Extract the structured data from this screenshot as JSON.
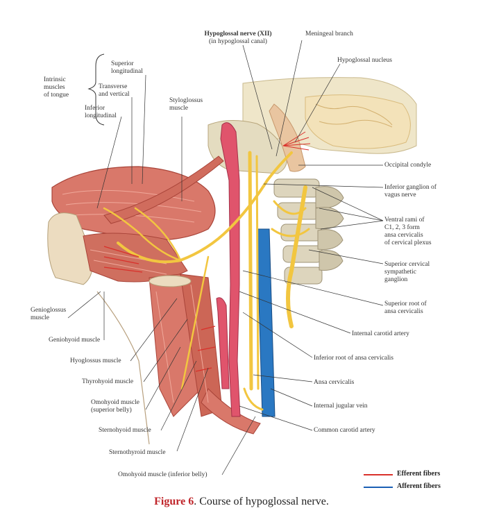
{
  "labels": {
    "hypoglossal_nerve_title": "Hypoglossal nerve (XII)",
    "hypoglossal_nerve_sub": "(in hypoglossal canal)",
    "meningeal_branch": "Meningeal branch",
    "hypoglossal_nucleus": "Hypoglossal nucleus",
    "intrinsic_muscles": [
      "Intrinsic",
      "muscles",
      "of tongue"
    ],
    "superior_longitudinal": [
      "Superior",
      "longitudinal"
    ],
    "transverse_vertical": [
      "Transverse",
      "and vertical"
    ],
    "inferior_longitudinal": [
      "Inferior",
      "longitudinal"
    ],
    "styloglossus": [
      "Styloglossus",
      "muscle"
    ],
    "occipital_condyle": "Occipital condyle",
    "inferior_ganglion_vagus": [
      "Inferior ganglion of",
      "vagus nerve"
    ],
    "ventral_rami": [
      "Ventral rami of",
      "C1, 2, 3 form",
      "ansa cervicalis",
      "of cervical plexus"
    ],
    "superior_cervical_ganglion": [
      "Superior cervical",
      "sympathetic",
      "ganglion"
    ],
    "superior_root_ansa": [
      "Superior root of",
      "ansa cervicalis"
    ],
    "internal_carotid": "Internal carotid artery",
    "inferior_root_ansa": "Inferior root of ansa cervicalis",
    "ansa_cervicalis": "Ansa cervicalis",
    "internal_jugular": "Internal jugular vein",
    "common_carotid": "Common carotid artery",
    "genioglossus": [
      "Genioglossus",
      "muscle"
    ],
    "geniohyoid": "Geniohyoid muscle",
    "hyoglossus": "Hyoglossus muscle",
    "thyrohyoid": "Thyrohyoid muscle",
    "omohyoid_superior": [
      "Omohyoid muscle",
      "(superior belly)"
    ],
    "sternohyoid": "Sternohyoid muscle",
    "sternothyroid": "Sternothyroid muscle",
    "omohyoid_inferior": "Omohyoid muscle (inferior belly)"
  },
  "legend": {
    "efferent": "Efferent fibers",
    "afferent": "Afferent fibers",
    "efferent_color": "#d9302a",
    "afferent_color": "#1a5fb4"
  },
  "caption": {
    "number": "Figure 6",
    "text": ". Course of hypoglossal nerve."
  },
  "colors": {
    "muscle": "#d9786a",
    "muscle_dark": "#b94d42",
    "nerve": "#f2c640",
    "bone": "#e8e1c8",
    "brain": "#f0e4c2",
    "artery": "#e0546c",
    "vein": "#2a78c2",
    "leader": "#333333"
  }
}
